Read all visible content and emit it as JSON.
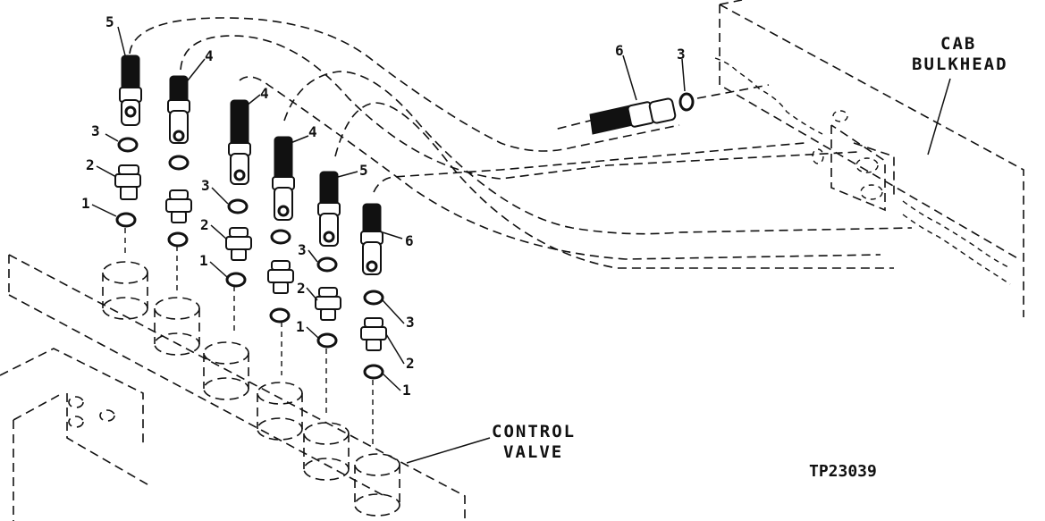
{
  "labels": {
    "cab_bulkhead_line1": "CAB",
    "cab_bulkhead_line2": "BULKHEAD",
    "control_valve_line1": "CONTROL",
    "control_valve_line2": "VALVE",
    "figure_id": "TP23039"
  },
  "callouts": {
    "c5a": "5",
    "c4a": "4",
    "c4b": "4",
    "c4c": "4",
    "c5b": "5",
    "c6a": "6",
    "c3a": "3",
    "c2a": "2",
    "c1a": "1",
    "c3b": "3",
    "c2b": "2",
    "c1b": "1",
    "c3c": "3",
    "c2c": "2",
    "c1c": "1",
    "c3d": "3",
    "c2d": "2",
    "c1d": "1",
    "c6b": "6",
    "c3e": "3"
  }
}
